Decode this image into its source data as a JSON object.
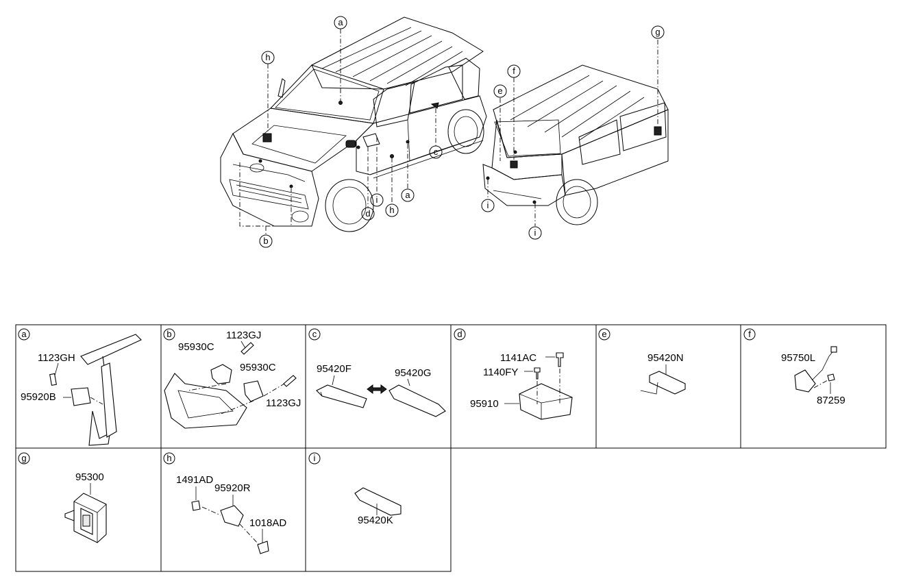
{
  "car_callouts": {
    "front": {
      "a_top": "a",
      "h_hood": "h",
      "c_door": "c",
      "a_sill": "a",
      "d_pillar": "d",
      "i_pillar": "i",
      "h_sill": "h",
      "b_bumper": "b"
    },
    "rear": {
      "e_gate": "e",
      "f_gate": "f",
      "g_side": "g",
      "i_left": "i",
      "i_right": "i"
    }
  },
  "panels": [
    {
      "key": "a",
      "labels": [
        "1123GH",
        "95920B"
      ]
    },
    {
      "key": "b",
      "labels": [
        "1123GJ",
        "95930C",
        "95930C",
        "1123GJ"
      ]
    },
    {
      "key": "c",
      "labels": [
        "95420F",
        "95420G"
      ]
    },
    {
      "key": "d",
      "labels": [
        "1141AC",
        "1140FY",
        "95910"
      ]
    },
    {
      "key": "e",
      "labels": [
        "95420N"
      ]
    },
    {
      "key": "f",
      "labels": [
        "95750L",
        "87259"
      ]
    },
    {
      "key": "g",
      "labels": [
        "95300"
      ]
    },
    {
      "key": "h",
      "labels": [
        "1491AD",
        "95920R",
        "1018AD"
      ]
    },
    {
      "key": "i",
      "labels": [
        "95420K"
      ]
    }
  ]
}
